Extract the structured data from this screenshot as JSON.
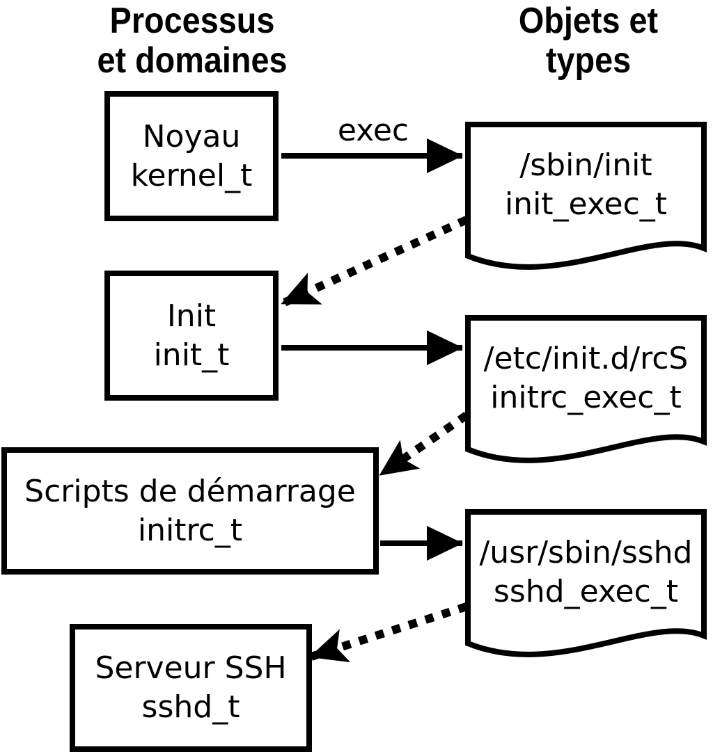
{
  "colors": {
    "ink": "#000000",
    "background": "#ffffff"
  },
  "columns": {
    "left": {
      "title_line1": "Processus",
      "title_line2": "et domaines"
    },
    "right": {
      "title_line1": "Objets et",
      "title_line2": "types"
    }
  },
  "processes": [
    {
      "label": "Noyau",
      "domain": "kernel_t"
    },
    {
      "label": "Init",
      "domain": "init_t"
    },
    {
      "label": "Scripts de démarrage",
      "domain": "initrc_t"
    },
    {
      "label": "Serveur SSH",
      "domain": "sshd_t"
    }
  ],
  "objects": [
    {
      "path": "/sbin/init",
      "type": "init_exec_t"
    },
    {
      "path": "/etc/init.d/rcS",
      "type": "initrc_exec_t"
    },
    {
      "path": "/usr/sbin/sshd",
      "type": "sshd_exec_t"
    }
  ],
  "edges": [
    {
      "from": "kernel_t",
      "to": "init_exec_t",
      "style": "solid",
      "label": "exec"
    },
    {
      "from": "init_exec_t",
      "to": "init_t",
      "style": "dotted",
      "label": ""
    },
    {
      "from": "init_t",
      "to": "initrc_exec_t",
      "style": "solid",
      "label": ""
    },
    {
      "from": "initrc_exec_t",
      "to": "initrc_t",
      "style": "dotted",
      "label": ""
    },
    {
      "from": "initrc_t",
      "to": "sshd_exec_t",
      "style": "solid",
      "label": ""
    },
    {
      "from": "sshd_exec_t",
      "to": "sshd_t",
      "style": "dotted",
      "label": ""
    }
  ]
}
